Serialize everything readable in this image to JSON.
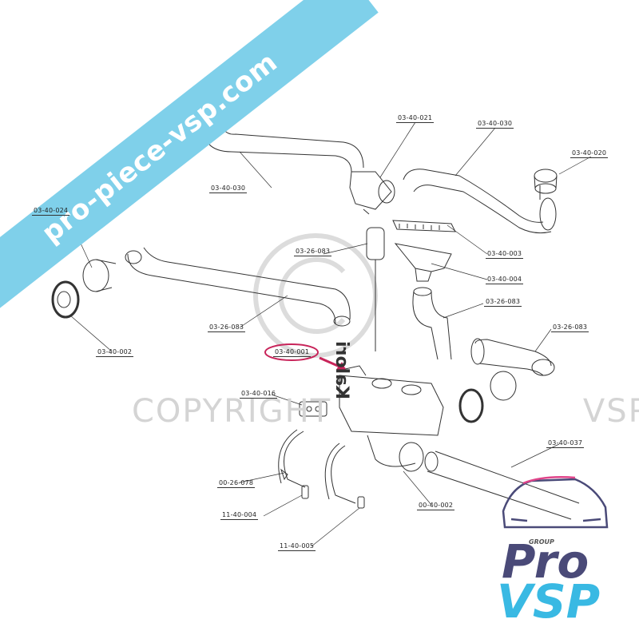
{
  "watermark": {
    "banner_text": "pro-piece-vsp.com",
    "copyright_text": "COPYRIGHT",
    "copyright_suffix": "VSP",
    "banner_color": "#7fd0ea"
  },
  "logo": {
    "group_text": "GROUP",
    "pro_text": "Pro",
    "vsp_text": "VSP",
    "pro_color": "#4a4a78",
    "vsp_color": "#39b9e3",
    "accent_color": "#e0458a"
  },
  "unit_brand": "Kalori",
  "highlight_color": "#c8245a",
  "parts": [
    {
      "id": "p-034021",
      "label": "03-40-021"
    },
    {
      "id": "p-034030a",
      "label": "03-40-030"
    },
    {
      "id": "p-034020",
      "label": "03-40-020"
    },
    {
      "id": "p-034030b",
      "label": "03-40-030"
    },
    {
      "id": "p-034024",
      "label": "03-40-024"
    },
    {
      "id": "p-032683a",
      "label": "03-26-083"
    },
    {
      "id": "p-034003",
      "label": "03-40-003"
    },
    {
      "id": "p-034004",
      "label": "03-40-004"
    },
    {
      "id": "p-034002",
      "label": "03-40-002"
    },
    {
      "id": "p-032683b",
      "label": "03-26-083"
    },
    {
      "id": "p-032683c",
      "label": "03-26-083"
    },
    {
      "id": "p-032683d",
      "label": "03-26-083"
    },
    {
      "id": "p-034001",
      "label": "03-40-001"
    },
    {
      "id": "p-034016",
      "label": "03-40-016"
    },
    {
      "id": "p-034037",
      "label": "03-40-037"
    },
    {
      "id": "p-002678",
      "label": "00-26-078"
    },
    {
      "id": "p-114004",
      "label": "11-40-004"
    },
    {
      "id": "p-004002",
      "label": "00-40-002"
    },
    {
      "id": "p-114005",
      "label": "11-40-005"
    }
  ]
}
